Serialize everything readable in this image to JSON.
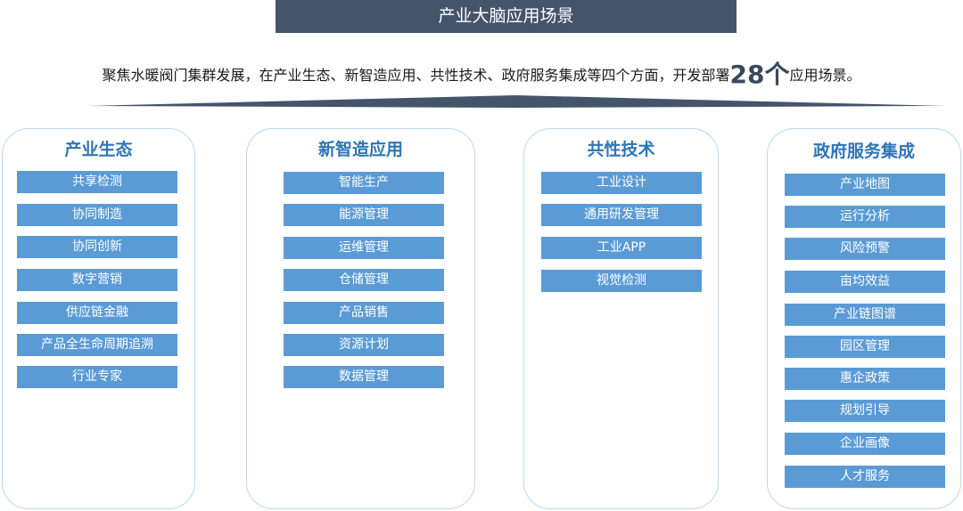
{
  "title": "产业大脑应用场景",
  "subtitle": {
    "before": "聚焦水暖阀门集群发展，在产业生态、新智造应用、共性技术、政府服务集成等四个方面，开发部署",
    "highlight": "28个",
    "after": "应用场景。"
  },
  "colors": {
    "title_bar": "#44546a",
    "item_fill": "#5b9bd5",
    "column_title": "#2e75b6",
    "column_border": "#bdd7ee"
  },
  "columns": [
    {
      "title": "产业生态",
      "items": [
        "共享检测",
        "协同制造",
        "协同创新",
        "数字营销",
        "供应链金融",
        "产品全生命周期追溯",
        "行业专家"
      ]
    },
    {
      "title": "新智造应用",
      "items": [
        "智能生产",
        "能源管理",
        "运维管理",
        "仓储管理",
        "产品销售",
        "资源计划",
        "数据管理"
      ]
    },
    {
      "title": "共性技术",
      "items": [
        "工业设计",
        "通用研发管理",
        "工业APP",
        "视觉检测"
      ]
    },
    {
      "title": "政府服务集成",
      "items": [
        "产业地图",
        "运行分析",
        "风险预警",
        "亩均效益",
        "产业链图谱",
        "园区管理",
        "惠企政策",
        "规划引导",
        "企业画像",
        "人才服务"
      ]
    }
  ]
}
